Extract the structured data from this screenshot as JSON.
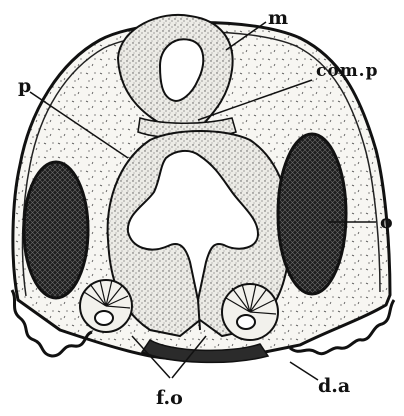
{
  "labels": {
    "m": "m",
    "com_p": "com.p",
    "p": "p",
    "o": "o",
    "da": "d.a",
    "fo": "f.o"
  },
  "colors": {
    "ink": "#111111",
    "paper": "#ffffff",
    "outer_tissue": "#f6f4ee",
    "stipple_fill": "#e9e6de",
    "dark_organ": "#2a2a2a"
  }
}
